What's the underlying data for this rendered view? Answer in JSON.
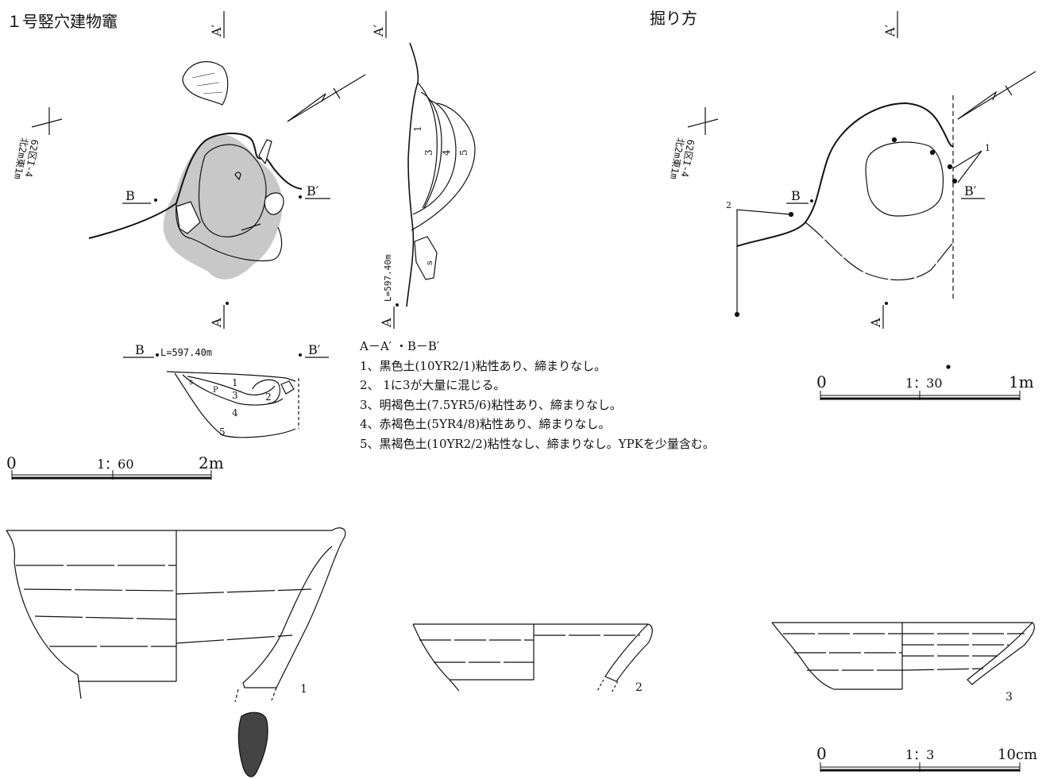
{
  "title": "１号竪穴建物竈",
  "excavation_title": "掘り方",
  "section_marks": {
    "a": "A",
    "a_prime": "A′",
    "b": "B",
    "b_prime": "B′"
  },
  "elevation": "L=597.40m",
  "grid_label": "62区I-4\n北2m東1m",
  "plan_numbers": {
    "1": "1",
    "2": "2",
    "3": "3",
    "4": "4",
    "5": "5",
    "s": "s",
    "p": "P"
  },
  "legend": {
    "heading": "A－A′ ・B－B′",
    "items": [
      "1、黒色土(10YR2/1)粘性あり、締まりなし。",
      "2、 1に3が大量に混じる。",
      "3、明褐色土(7.5YR5/6)粘性あり、締まりなし。",
      "4、赤褐色土(5YR4/8)粘性あり、締まりなし。",
      "5、黒褐色土(10YR2/2)粘性なし、締まりなし。YPKを少量含む。"
    ]
  },
  "scales": {
    "s60": {
      "start": "0",
      "ratio": "1：60",
      "end": "2m"
    },
    "s30": {
      "start": "0",
      "ratio": "1：30",
      "end": "1m"
    },
    "s3": {
      "start": "0",
      "ratio": "1：3",
      "end": "10cm"
    }
  },
  "pottery_numbers": [
    "1",
    "2",
    "3"
  ],
  "excavation_points": {
    "p1": "1",
    "p2": "2"
  }
}
